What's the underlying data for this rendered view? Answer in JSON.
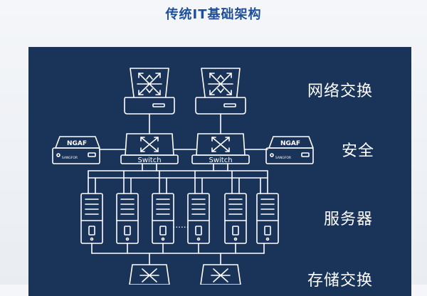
{
  "title": "传统IT基础架构",
  "layers": {
    "network_switching": "网络交换",
    "security": "安全",
    "servers": "服务器",
    "storage_switching": "存储交换"
  },
  "devices": {
    "firewall_label": "NGAF",
    "firewall_brand": "SANGFOR",
    "switch_label": "Switch",
    "ellipsis": "......"
  },
  "colors": {
    "panel": "#1a3358",
    "line": "#ffffff",
    "title": "#1f4f9a"
  },
  "icons": [
    "core-switch-icon",
    "firewall-icon",
    "access-switch-icon",
    "server-rack-icon",
    "storage-switch-icon"
  ]
}
